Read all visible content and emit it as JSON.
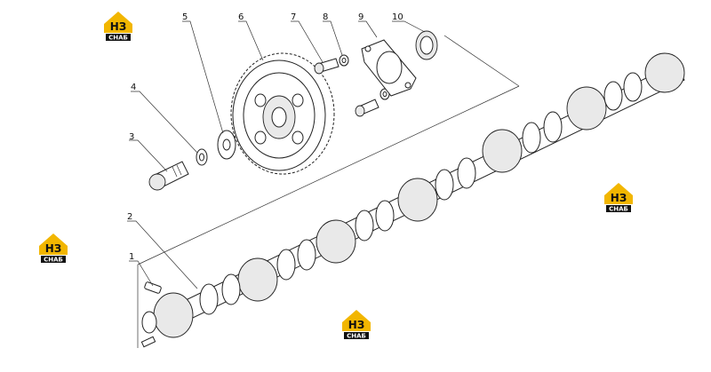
{
  "diagram": {
    "parts": [
      {
        "number": "1"
      },
      {
        "number": "2"
      },
      {
        "number": "3"
      },
      {
        "number": "4"
      },
      {
        "number": "5"
      },
      {
        "number": "6"
      },
      {
        "number": "7"
      },
      {
        "number": "8"
      },
      {
        "number": "9"
      },
      {
        "number": "10"
      }
    ]
  },
  "watermark": {
    "mark": "НЗ",
    "text": "СНАБ",
    "colors": {
      "yellow": "#f2b600",
      "black": "#111111"
    }
  }
}
